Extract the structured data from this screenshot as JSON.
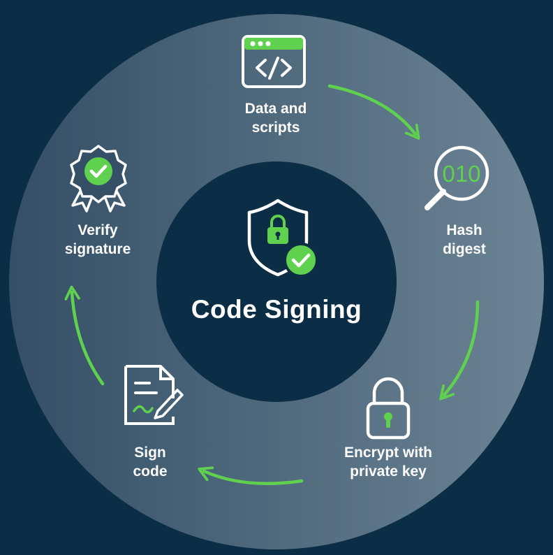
{
  "title": "Code Signing",
  "steps": [
    {
      "id": "data",
      "line1": "Data and",
      "line2": "scripts",
      "icon": "code-window-icon"
    },
    {
      "id": "hash",
      "line1": "Hash",
      "line2": "digest",
      "icon": "magnifier-binary-icon",
      "icon_text": "010"
    },
    {
      "id": "encrypt",
      "line1": "Encrypt with",
      "line2": "private key",
      "icon": "padlock-icon"
    },
    {
      "id": "sign",
      "line1": "Sign",
      "line2": "code",
      "icon": "document-pen-icon"
    },
    {
      "id": "verify",
      "line1": "Verify",
      "line2": "signature",
      "icon": "award-badge-icon"
    }
  ],
  "colors": {
    "background": "#0b2d45",
    "ring_left": "#3a556c",
    "ring_right": "#6a8293",
    "inner_circle": "#0b2d45",
    "accent": "#5fd14f",
    "text": "#ffffff"
  }
}
